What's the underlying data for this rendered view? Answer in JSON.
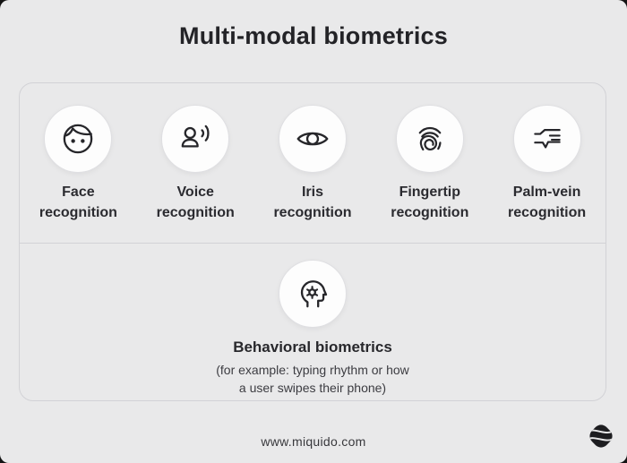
{
  "page": {
    "title": "Multi-modal biometrics",
    "footer": {
      "url_text": "www.miquido.com",
      "logo": "miquido-logo"
    }
  },
  "modalities": [
    {
      "label": "Face\nrecognition",
      "icon": "face-recognition-icon"
    },
    {
      "label": "Voice\nrecognition",
      "icon": "voice-recognition-icon"
    },
    {
      "label": "Iris\nrecognition",
      "icon": "iris-recognition-icon"
    },
    {
      "label": "Fingertip\nrecognition",
      "icon": "fingerprint-icon"
    },
    {
      "label": "Palm-vein\nrecognition",
      "icon": "palm-vein-icon"
    }
  ],
  "behavioral": {
    "title": "Behavioral biometrics",
    "description": "(for example: typing rhythm or how\na user swipes their phone)",
    "icon": "head-gear-icon"
  },
  "colors": {
    "page_background": "#e9e9ea",
    "card_border": "#d2d2d6",
    "tile_background": "#fdfdfd",
    "text": "#28282c",
    "icon_stroke": "#26262a",
    "logo_fill": "#1d1d20"
  }
}
